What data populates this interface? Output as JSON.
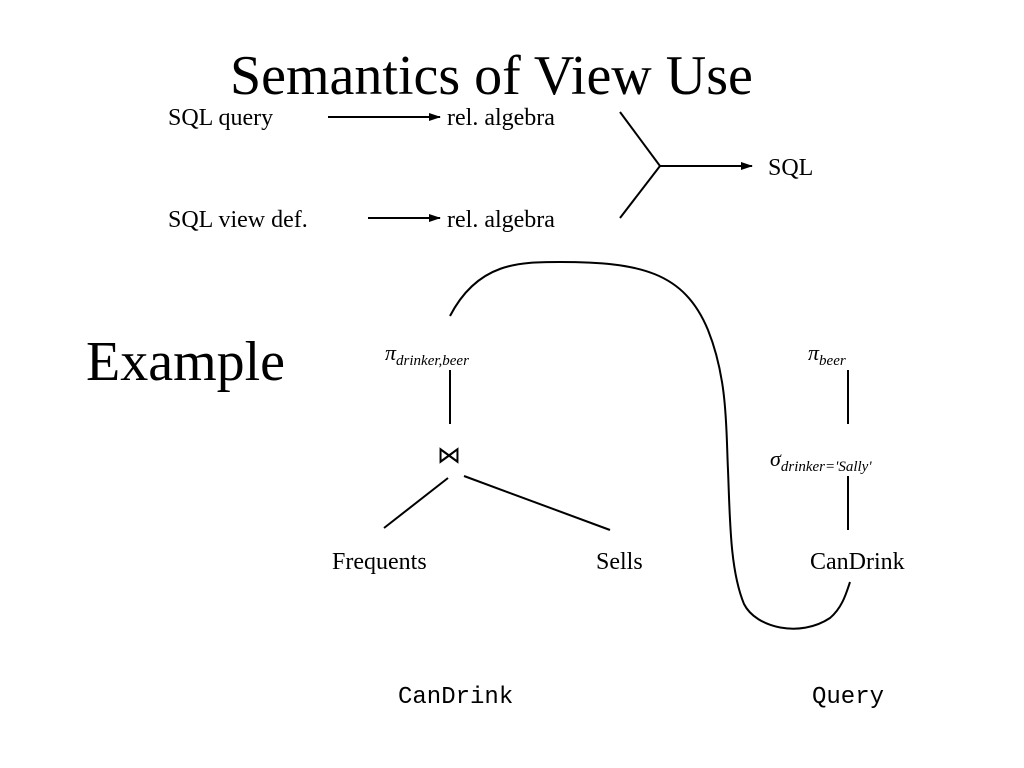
{
  "title": "Semantics of View Use",
  "flow": {
    "sql_query": "SQL query",
    "sql_view_def": "SQL view def.",
    "rel_algebra_1": "rel. algebra",
    "rel_algebra_2": "rel. algebra",
    "sql": "SQL"
  },
  "example_label": "Example",
  "view_tree": {
    "projection": "π",
    "projection_sub": "drinker,beer",
    "join": "⋈",
    "left_leaf": "Frequents",
    "right_leaf": "Sells",
    "caption": "CanDrink"
  },
  "query_tree": {
    "projection": "π",
    "projection_sub": "beer",
    "selection": "σ",
    "selection_sub": "drinker='Sally'",
    "leaf": "CanDrink",
    "caption": "Query"
  },
  "colors": {
    "ink": "#000000",
    "background": "#ffffff"
  }
}
